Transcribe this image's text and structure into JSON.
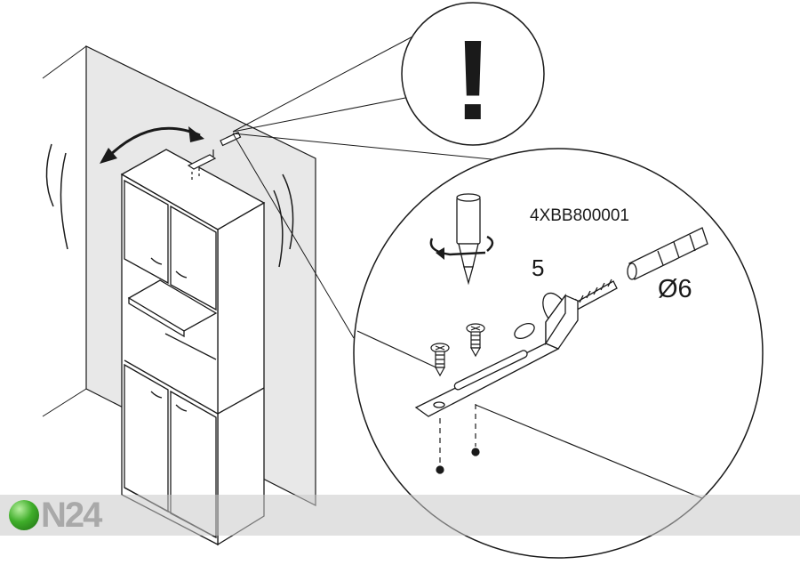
{
  "labels": {
    "part_code": "4XBB800001",
    "quantity": "5",
    "diameter": "Ø6",
    "warning": "!"
  },
  "watermark": {
    "text": "N24"
  },
  "colors": {
    "line": "#1a1a1a",
    "wall": "#e8e8e8",
    "brand_green": "#3fae2a"
  }
}
